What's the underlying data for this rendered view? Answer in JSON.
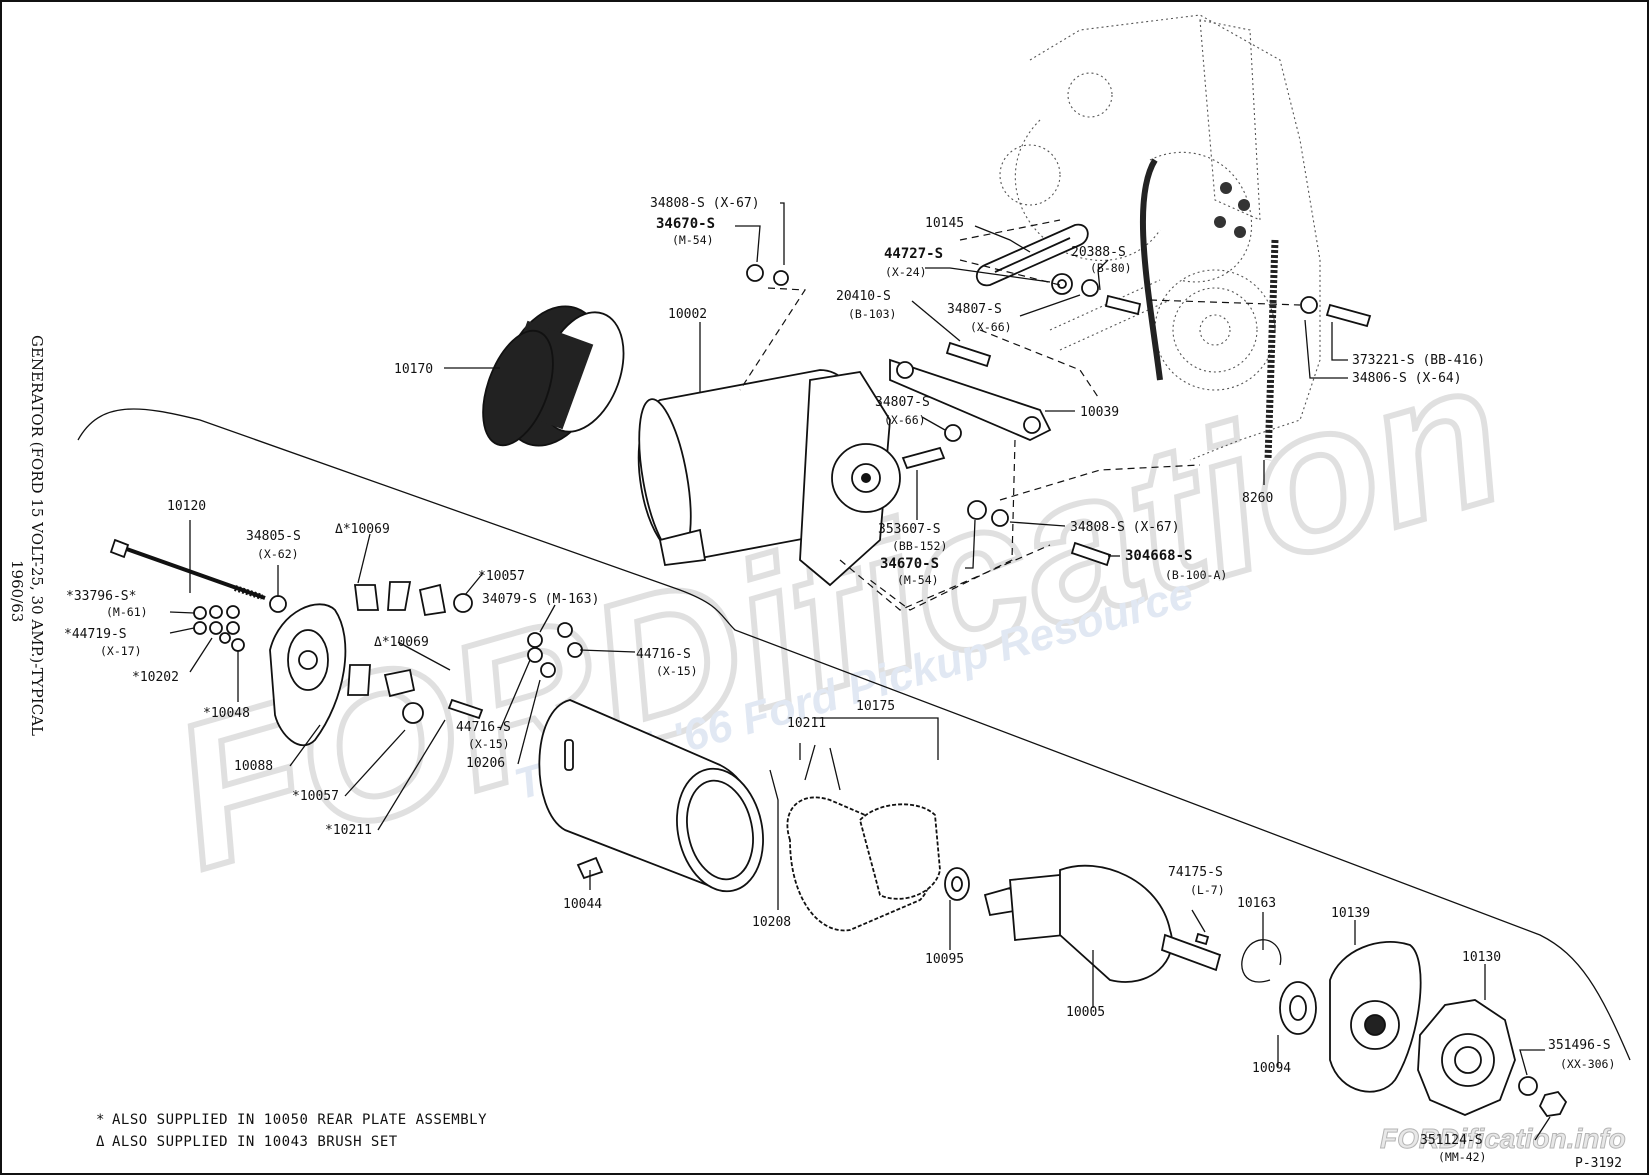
{
  "title": {
    "line1": "GENERATOR (FORD 15 VOLT-25, 30 AMP.)-TYPICAL",
    "line2": "1960/63"
  },
  "notes": {
    "star": "ALSO SUPPLIED IN 10050 REAR PLATE ASSEMBLY",
    "triangle": "ALSO SUPPLIED IN 10043 BRUSH SET"
  },
  "plate_number": "P-3192",
  "watermark": {
    "logo": "FORDification",
    "tagline": "The '61-'66 Ford Pickup Resource",
    "corner": "FORDification.info"
  },
  "labels": {
    "p34808_top": "34808-S (X-67)",
    "p34670_top": "34670-S",
    "p34670_top_code": "(M-54)",
    "p10145": "10145",
    "p44727": "44727-S",
    "p44727_code": "(X-24)",
    "p20388": "20388-S",
    "p20388_code": "(B-80)",
    "p20410": "20410-S",
    "p20410_code": "(B-103)",
    "p34807_top": "34807-S",
    "p34807_top_code": "(X-66)",
    "p373221": "373221-S (BB-416)",
    "p34806": "34806-S (X-64)",
    "p10170": "10170",
    "p10002": "10002",
    "p34807_mid": "34807-S",
    "p34807_mid_code": "(X-66)",
    "p10039": "10039",
    "p8260": "8260",
    "p353607": "353607-S",
    "p353607_code": "(BB-152)",
    "p34670_mid": "34670-S",
    "p34670_mid_code": "(M-54)",
    "p34808_mid": "34808-S (X-67)",
    "p304668": "304668-S",
    "p304668_code": "(B-100-A)",
    "p10120": "10120",
    "p34805": "34805-S",
    "p34805_code": "(X-62)",
    "p10069_a": "Δ*10069",
    "p10057_a": "*10057",
    "p34079": "34079-S (M-163)",
    "p33796": "*33796-S*",
    "p33796_code": "(M-61)",
    "p44719": "*44719-S",
    "p44719_code": "(X-17)",
    "p10202": "*10202",
    "p10069_b": "Δ*10069",
    "p44716_a": "44716-S",
    "p44716_a_code": "(X-15)",
    "p10048": "*10048",
    "p10088": "10088",
    "p44716_b": "44716-S",
    "p44716_b_code": "(X-15)",
    "p10206": "10206",
    "p10057_b": "*10057",
    "p10211_b": "*10211",
    "p10175": "10175",
    "p10211_a": "10211",
    "p10044": "10044",
    "p10208": "10208",
    "p10095": "10095",
    "p74175": "74175-S",
    "p74175_code": "(L-7)",
    "p10163": "10163",
    "p10139": "10139",
    "p10130": "10130",
    "p10005": "10005",
    "p10094": "10094",
    "p351496": "351496-S",
    "p351496_code": "(XX-306)",
    "p351124": "351124-S",
    "p351124_code": "(MM-42)"
  }
}
